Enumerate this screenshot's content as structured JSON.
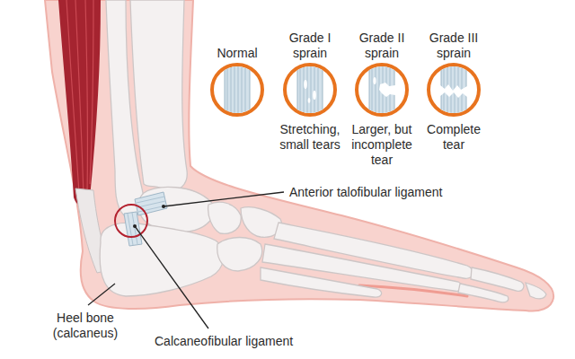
{
  "diagram": {
    "nodes": [
      {
        "text": [
          "Normal"
        ]
      },
      {
        "text": [
          "Grade I sprain",
          "Stretching, small tears"
        ]
      },
      {
        "text": [
          "Grade II sprain",
          "Larger, but incomplete tear"
        ]
      },
      {
        "text": [
          "Grade III sprain",
          "Complete tear"
        ]
      }
    ],
    "labels": [
      "Anterior talofibular ligament",
      "Heel bone (calcaneus)",
      "Calcaneofibular ligament"
    ]
  }
}
